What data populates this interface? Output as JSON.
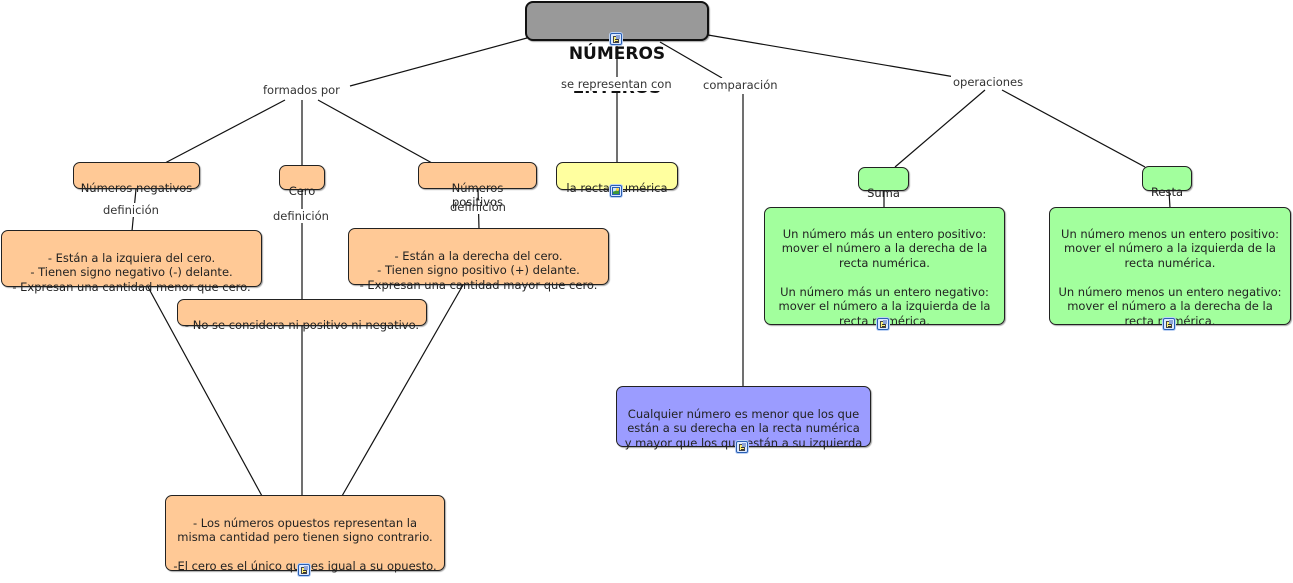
{
  "diagram": {
    "title": "NÚMEROS ENTEROS",
    "colors": {
      "root": "#999999",
      "orange": "#ffc996",
      "yellow": "#ffff9f",
      "green": "#a2ff9d",
      "blue": "#9b9cff"
    },
    "linking_phrases": {
      "formados_por": "formados por",
      "se_representan_con": "se representan con",
      "comparacion": "comparación",
      "operaciones": "operaciones",
      "definicion_negativos": "definición",
      "definicion_cero": "definición",
      "definicion_positivos": "definición"
    },
    "concepts": {
      "negativos": "Números negativos",
      "cero": "Cero",
      "positivos": "Números positivos",
      "recta": "la recta numérica",
      "suma": "Suma",
      "resta": "Resta",
      "def_negativos": "  - Están a la izquiera del cero.\n  - Tienen signo negativo (-) delante.\n- Expresan una cantidad menor que cero.",
      "def_cero": "- No se considera ni positivo ni negativo.",
      "def_positivos": "  - Están a la derecha del cero.\n  - Tienen signo positivo (+) delante.\n- Expresan una cantidad mayor que cero.",
      "opuestos": "- Los números opuestos representan la misma cantidad pero tienen signo contrario.\n\n-El cero es el único que es igual a su opuesto.",
      "comparacion_texto": "Cualquier número es menor que los que están a su derecha en la recta numérica y mayor que los que están a su izquierda",
      "suma_texto": "Un número más un entero positivo: mover el número a la derecha de la recta numérica.\n\nUn número más un entero negativo: mover el número a la izquierda de la recta numérica.",
      "resta_texto": "Un número menos un entero positivo: mover el número a la izquierda de la recta numérica.\n\nUn número menos un entero negativo: mover el número a la derecha de la recta numérica."
    },
    "resource_icons": {
      "root": "document-icon",
      "recta": "image-icon",
      "suma": "document-icon",
      "resta": "document-icon",
      "comparacion": "document-icon",
      "opuestos": "document-icon"
    }
  }
}
